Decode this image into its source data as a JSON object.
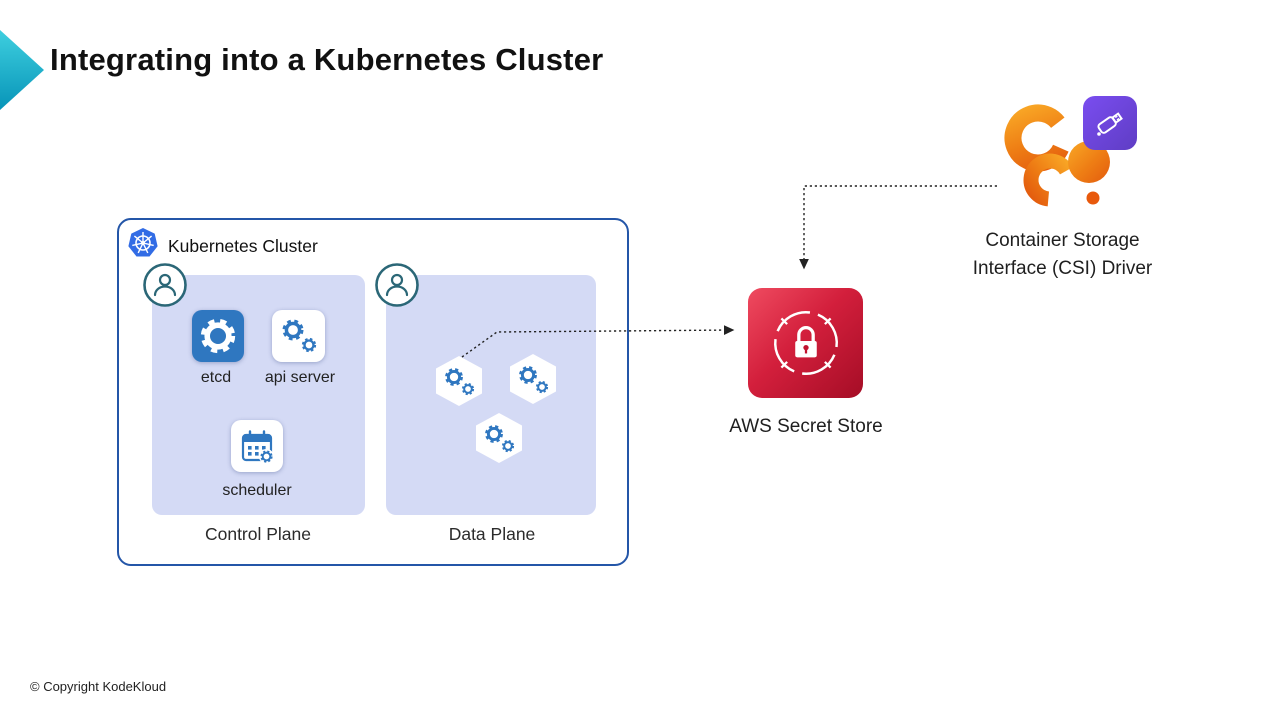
{
  "slide": {
    "title": "Integrating into a Kubernetes Cluster",
    "footer": "© Copyright KodeKloud"
  },
  "cluster": {
    "label": "Kubernetes Cluster",
    "control_plane": {
      "label": "Control Plane",
      "components": [
        {
          "label": "etcd",
          "icon": "etcd-gear-icon"
        },
        {
          "label": "api server",
          "icon": "api-server-gears-icon"
        },
        {
          "label": "scheduler",
          "icon": "scheduler-calendar-icon"
        }
      ]
    },
    "data_plane": {
      "label": "Data Plane",
      "pods": [
        "pod-hexagon-icon",
        "pod-hexagon-icon",
        "pod-hexagon-icon"
      ]
    }
  },
  "aws_secret_store": {
    "label": "AWS Secret Store",
    "icon": "aws-secrets-manager-icon"
  },
  "csi_driver": {
    "label_line1": "Container Storage",
    "label_line2": "Interface (CSI) Driver",
    "icon": "csi-logo-icon",
    "badge_icon": "usb-drive-icon"
  },
  "colors": {
    "accent_teal": "#14b4cf",
    "cluster_border": "#2456a8",
    "plane_fill": "#d4daf5",
    "component_blue": "#2f77c0",
    "kubernetes_blue": "#326ce5",
    "aws_red": "#c1122f",
    "csi_orange": "#ec7211",
    "badge_purple": "#6741d9"
  }
}
